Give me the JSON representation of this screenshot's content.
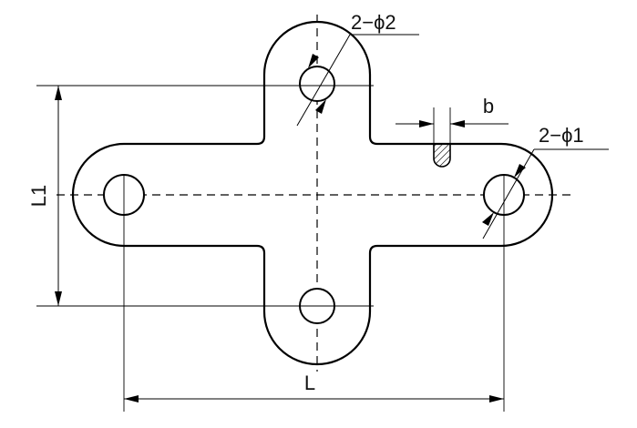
{
  "labels": {
    "L": "L",
    "L1": "L1",
    "b": "b",
    "phi1": "2−ϕ1",
    "phi2": "2−ϕ2"
  }
}
